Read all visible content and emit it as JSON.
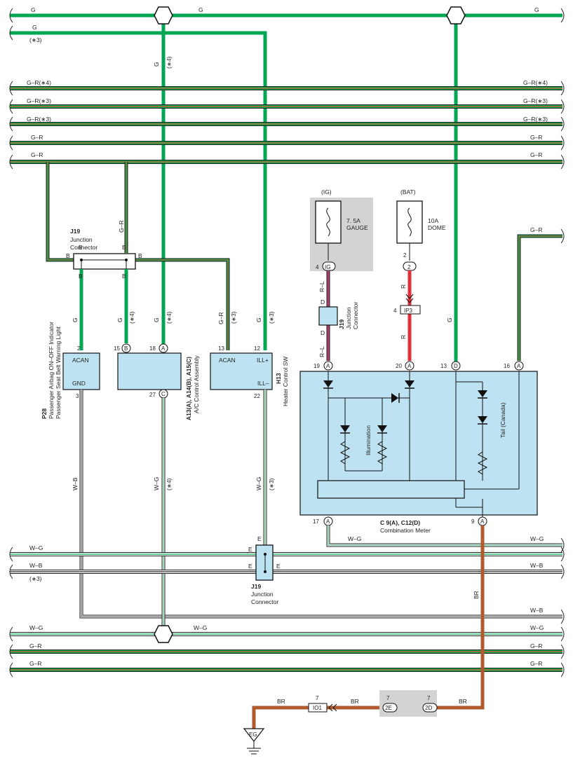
{
  "wire_codes": {
    "g": "G",
    "g_r": "G–R",
    "b": "B",
    "d": "D",
    "e": "E",
    "r": "R",
    "r_l": "R–L",
    "w_b": "W–B",
    "w_g": "W–G",
    "br": "BR"
  },
  "notes": {
    "n3": "(∗3)",
    "n4": "(∗4)",
    "g_r_n3": "G–R(∗3)",
    "g_r_n4": "G–R(∗4)"
  },
  "fuses": {
    "gauge": {
      "source": "(IG)",
      "rating": "7. 5A",
      "name": "GAUGE"
    },
    "dome": {
      "source": "(BAT)",
      "rating": "10A",
      "name": "DOME"
    }
  },
  "junction": {
    "code": "J19",
    "title_line1": "Junction",
    "title_line2": "Connector"
  },
  "components": {
    "p28": {
      "code": "P28",
      "line1": "Passenger Airbag ON–OFF Indicator",
      "line2": "Passenger Seat Belt Warning Light",
      "pin_acan": "ACAN",
      "pin_gnd": "GND"
    },
    "ac": {
      "code": "A13(A), A14(B), A15(C)",
      "name": "A/C Control Assembly"
    },
    "h13": {
      "code": "H13",
      "name": "Heater Control SW",
      "pin_acan": "ACAN",
      "pin_ill_plus": "ILL+",
      "pin_ill_minus": "ILL–"
    },
    "meter": {
      "code": "C 9(A), C12(D)",
      "name": "Combination Meter",
      "illumination": "Illumination",
      "tail": "Tail (Canada)"
    }
  },
  "connectors": {
    "ig": "IG",
    "ip3": "IP3",
    "io1": "IO1",
    "c2e": "2E",
    "c2d": "2D",
    "eg": "EG",
    "a": "A",
    "b": "B",
    "c": "C",
    "d": "D"
  },
  "pins": {
    "p2": "2",
    "p3": "3",
    "p4": "4",
    "p7": "7",
    "p9": "9",
    "p12": "12",
    "p13": "13",
    "p15": "15",
    "p16": "16",
    "p17": "17",
    "p18": "18",
    "p19": "19",
    "p20": "20",
    "p22": "22",
    "p27": "27"
  }
}
